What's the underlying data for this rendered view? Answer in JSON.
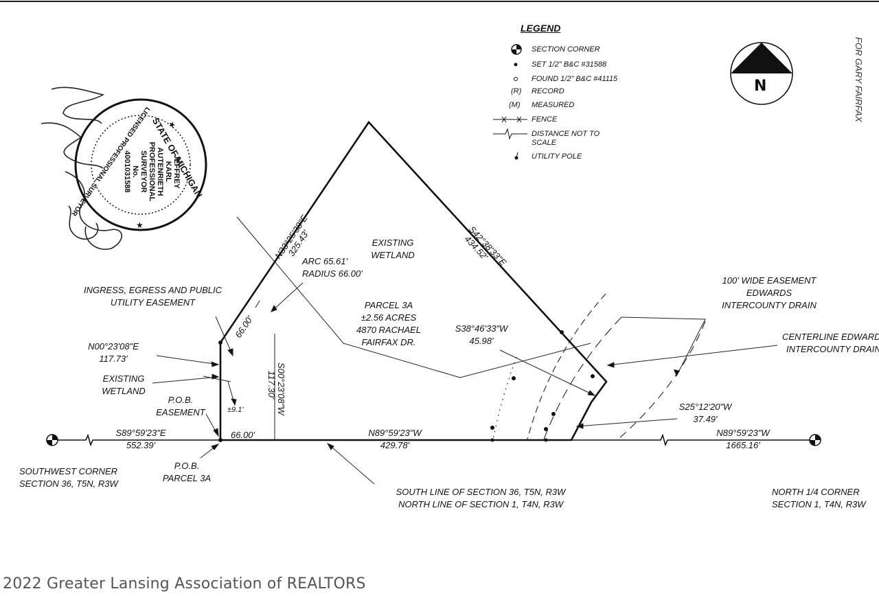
{
  "legend": {
    "title": "LEGEND",
    "items": [
      {
        "icon": "section-corner-icon",
        "label": "SECTION CORNER"
      },
      {
        "icon": "set-pin-icon",
        "label": "SET 1/2\" B&C #31588"
      },
      {
        "icon": "found-pin-icon",
        "label": "FOUND 1/2\" B&C #41115"
      },
      {
        "icon": "record-symbol",
        "label": "RECORD",
        "symbol": "(R)"
      },
      {
        "icon": "measured-symbol",
        "label": "MEASURED",
        "symbol": "(M)"
      },
      {
        "icon": "fence-icon",
        "label": "FENCE"
      },
      {
        "icon": "break-line-icon",
        "label": "DISTANCE NOT TO SCALE"
      },
      {
        "icon": "utility-pole-icon",
        "label": "UTILITY POLE"
      }
    ]
  },
  "north_arrow": {
    "label": "N"
  },
  "seal": {
    "ring_top": "STATE OF MICHIGAN",
    "ring_bottom": "LICENSED PROFESSIONAL SURVEYOR",
    "name_lines": [
      "JEFFREY",
      "KARL",
      "AUTENRIETH",
      "PROFESSIONAL",
      "SURVEYOR",
      "No.",
      "4001031588"
    ]
  },
  "edge_text": "FOR GARY FAIRFAX",
  "labels": {
    "parcel": [
      "PARCEL 3A",
      "±2.56 ACRES",
      "4870 RACHAEL",
      "FAIRFAX DR."
    ],
    "wetland_top": [
      "EXISTING",
      "WETLAND"
    ],
    "wetland_left": [
      "EXISTING",
      "WETLAND"
    ],
    "arc": [
      "ARC 65.61'",
      "RADIUS 66.00'"
    ],
    "ingress": [
      "INGRESS, EGRESS AND PUBLIC",
      "UTILITY EASEMENT"
    ],
    "easement_100": [
      "100' WIDE EASEMENT",
      "EDWARDS",
      "INTERCOUNTY DRAIN"
    ],
    "centerline": [
      "CENTERLINE EDWARDS",
      "INTERCOUNTY DRAIN"
    ],
    "north_bearing": [
      "N00°23'08\"E",
      "117.73'"
    ],
    "pob_easement": [
      "P.O.B.",
      "EASEMENT"
    ],
    "pob_parcel": [
      "P.O.B.",
      "PARCEL 3A"
    ],
    "sw_corner": [
      "SOUTHWEST CORNER",
      "SECTION 36, T5N, R3W"
    ],
    "n_quarter": [
      "NORTH 1/4 CORNER",
      "SECTION 1, T4N, R3W"
    ],
    "south_line": [
      "SOUTH LINE OF SECTION 36, T5N, R3W",
      "NORTH LINE OF SECTION 1, T4N, R3W"
    ],
    "s38": [
      "S38°46'33\"W",
      "45.98'"
    ],
    "s25": [
      "S25°12'20\"W",
      "37.49'"
    ],
    "west_seg": [
      "S89°59'23\"E",
      "552.39'"
    ],
    "south_seg": [
      "N89°59'23\"W",
      "429.78'"
    ],
    "east_seg": [
      "N89°59'23\"W",
      "1665.16'"
    ],
    "sixty_six_bottom": "66.00'",
    "plus_minus": "±9.1'",
    "nw_bearing": "N33°25'38\"E",
    "nw_dist": "325.43'",
    "ne_bearing": "S42°38'33\"E",
    "ne_dist": "434.52'",
    "s00_bearing": "S00°23'08\"W",
    "s00_dist": "117.30'",
    "sixty_six_diag": "66.00'"
  },
  "watermark": "2022 Greater Lansing Association of REALTORS"
}
